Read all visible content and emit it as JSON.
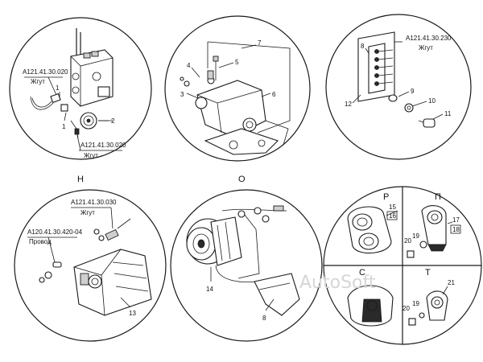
{
  "watermark": "AutoSoft",
  "views": {
    "top_left": {
      "refs": [
        {
          "code": "А121.41.30.020",
          "name": "Жгут"
        },
        {
          "code": "А121.41.30.020",
          "name": "Жгут"
        }
      ],
      "callouts": [
        "1",
        "1",
        "2"
      ]
    },
    "top_center": {
      "callouts": [
        "7",
        "4",
        "5",
        "3",
        "6"
      ]
    },
    "top_right": {
      "ref": {
        "code": "А121.41.30.230",
        "name": "Жгут"
      },
      "callouts": [
        "8",
        "9",
        "10",
        "11",
        "12"
      ]
    },
    "H": {
      "title": "Н",
      "refs": [
        {
          "code": "А121.41.30.030",
          "name": "Жгут"
        },
        {
          "code": "А120.41.30.420-04",
          "name": "Провод"
        }
      ],
      "callouts": [
        "13"
      ]
    },
    "O": {
      "title": "О",
      "callouts": [
        "14",
        "8"
      ]
    },
    "P": {
      "title": "Р",
      "callouts": [
        "15",
        "16"
      ]
    },
    "Pi": {
      "title": "П",
      "callouts": [
        "17",
        "18",
        "20",
        "19"
      ]
    },
    "C": {
      "title": "С"
    },
    "T": {
      "title": "Т",
      "callouts": [
        "21",
        "20",
        "19"
      ]
    }
  }
}
